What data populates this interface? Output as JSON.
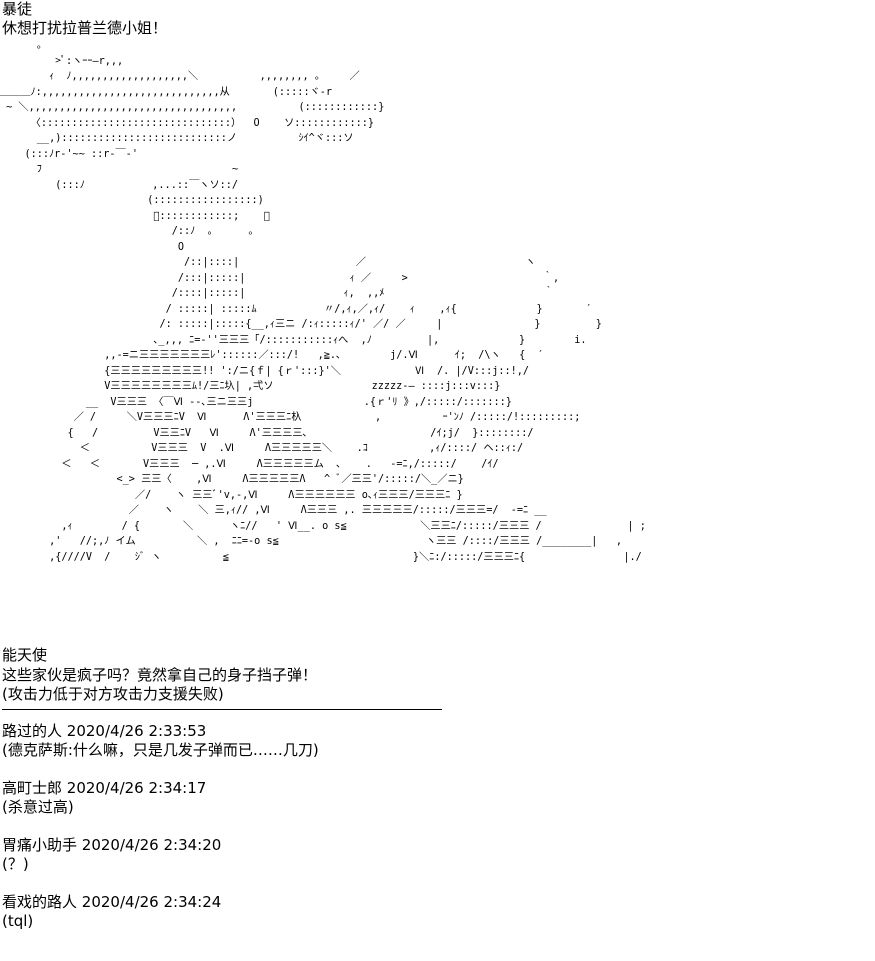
{
  "header": {
    "speaker": "暴徒",
    "line": "休想打扰拉普兰德小姐！"
  },
  "art": "      。\n         >ﾟ:ヽｰｰ―r,,,\n        ｨ  ﾉ,,,,,,,,,,,,,,,,,,,＼          ,,,,,,,, 。    ／\n＿＿＿ﾉ:,,,,,,,,,,,,,,,,,,,,,,,,,,,,,从       (:::::ヾ‐r\n ~ ＼,,,,,,,,,,,,,,,,,,,,,,,,,,,,,,,,,,          (::::::::::::}\n     〈:::::::::::::::::::::::::::::::）  O    ソ::::::::::::}\n      __,):::::::::::::::::::::::::::ノ          ｼｲ^ヾ:::ソ\n    (:::ﾉr‐'~~ ::r‐￣‐'\n      ﾌ                               ~\n         (:::ﾉ           ,...::￣ヽソ::/\n                        (:::::::::::::::::)\n                         ﾞ::::::::::::;    ＼\n                            /::ﾉ  。     。\n                             O\n                              /::|::::|                   ／                          ヽ\n                             /:::|:::::|                 ｨ ／     >                      ｀,\n                            /::::|:::::|                ｨ,  ,,ﾒ                          ｀\n                           / :::::| :::::ﾑ           〃/,ｨ,／,ｨ/    ｨ    ,ｨ{             }       ′\n                          /: :::::|:::::{__,ｨ三ニ /:ｨ:::::ｨ/' ／/ ／     |               }         }\n                         ､_,,, ﾆ=‐''三三三「/:::::::::::ｨへ  ,ﾉ         |,             }        i.\n                 ,,-=ニ三三三三三三三ﾚ'::::::／:::/!   ,≧.､        j/.Ⅵ      ｲ;  /\\ヽ   {  ′\n                 {三三三三三三三三三!! ':/ニ{ｆ| {ｒ':::}'＼            Ⅵ  /. |/V:::j::!,/\n                 V三三三三三三三三ﾑ!/三ﾆ圦| ,弌ソ                zzzzz‐― ::::j:::v:::}\n              __  V三三三 〈￣Ⅵ --､三ニ三三j                  .{ｒ'ﾘ 》,/:::::/:::::::}\n            ／ /     ＼V三三三ﾆV  Ⅵ      Λ'三三三ﾆ杁            ,          ｰ'ﾝﾉ /:::::/!:::::::::;\n           {   /         V三三ﾆV   Ⅵ     Λ'三三三三､                    /ｲ;j/  }::::::::/\n             ＜          V三三三  V  .Ⅵ     Λ三三三三三＼    .ｺ          ,ｨ/::::/ ヘ::ｨ:/\n          ＜   ＜       V三三三  ─ ,.Ⅵ     Λ三三三三三ム  ､    .   -=ﾆ,/:::::/    /ｲ/\n                   <_> 三三〈    ,Ⅵ     Λ三三三三三Λ   ^ ﾞ／三三'/:::::/＼_／ニ}\n                      ／/    ヽ 三三ﾞ'v,-,Ⅵ     Λ三三三三三三 o､ｨ三三三/三三三ﾆ }\n                     ／    ヽ    ＼ 三,ｨ// ,Ⅵ     Λ三三三 ,. 三三三三三/:::::/三三三=/  -=ﾆ __\n          ,ｨ        / {       ＼      ヽﾆ//   ' Ⅵ__. o s≦            ＼三三ﾆ/:::::/三三三 /              | ;\n        ,'   //;,ﾉ イム          ＼ ,  ﾆﾆ=-o s≦                        ヽ三三 /::::/三三三 /________|   ,\n        ,{////V  /    ｼﾞ ヽ          ≦                              }＼ﾆ:/:::::/三三三ﾆ{                |./",
  "caption": {
    "speaker": "能天使",
    "lines": [
      "这些家伙是疯子吗？竟然拿自己的身子挡子弹！",
      "(攻击力低于对方攻击力支援失败)"
    ]
  },
  "divider": "────────────────────────────────",
  "comments": [
    {
      "author": "路过的人",
      "time": "2020/4/26 2:33:53",
      "text": "(德克萨斯:什么嘛，只是几发子弹而已……几刀)"
    },
    {
      "author": "高町士郎",
      "time": "2020/4/26 2:34:17",
      "text": "(杀意过高)"
    },
    {
      "author": "胃痛小助手",
      "time": "2020/4/26 2:34:20",
      "text": "(？)"
    },
    {
      "author": "看戏的路人",
      "time": "2020/4/26 2:34:24",
      "text": "(tql)"
    }
  ]
}
